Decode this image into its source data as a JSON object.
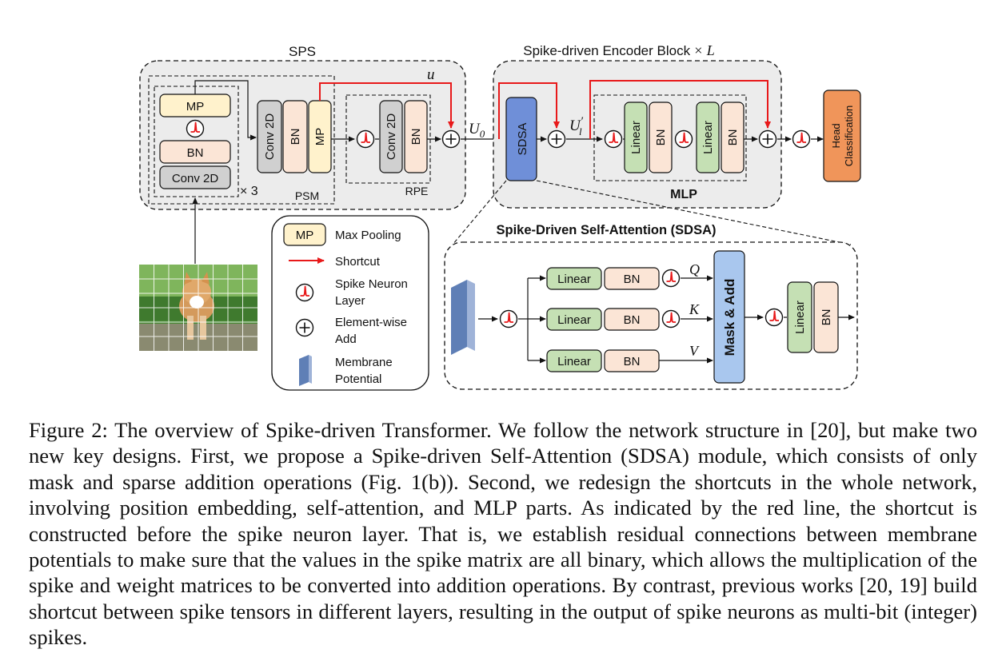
{
  "sps": {
    "title": "SPS",
    "mp": "MP",
    "bn": "BN",
    "conv2d": "Conv 2D",
    "times3": "× 3",
    "psm": "PSM",
    "rpe": "RPE",
    "u_label": "u"
  },
  "encoder": {
    "title": "Spike-driven Encoder Block",
    "times_L": "× L",
    "u0": "U",
    "u0_sub": "0",
    "ul": "U",
    "ul_sup": "′",
    "ul_sub": "l",
    "sdsa": "SDSA",
    "linear": "Linear",
    "bn": "BN",
    "mlp": "MLP",
    "head": "Head",
    "classification": "Classification"
  },
  "legend": {
    "mp": "MP",
    "max_pooling": "Max Pooling",
    "shortcut": "Shortcut",
    "spike_neuron_line1": "Spike Neuron",
    "spike_neuron_line2": "Layer",
    "elementwise_line1": "Element-wise",
    "elementwise_line2": "Add",
    "membrane_line1": "Membrane",
    "membrane_line2": "Potential"
  },
  "sdsa_detail": {
    "title": "Spike-Driven Self-Attention (SDSA)",
    "linear": "Linear",
    "bn": "BN",
    "q": "Q",
    "k": "K",
    "v": "V",
    "mask_add": "Mask & Add"
  },
  "colors": {
    "shortcut_red": "#e8191a",
    "mp_fill": "#fff2cc",
    "bn_fill": "#fbe5d6",
    "conv_fill": "#d0d0d0",
    "linear_fill": "#c5e0b4",
    "sdsa_fill": "#6f8fd8",
    "mask_add_fill": "#a9c7ee",
    "head_fill": "#f0955a",
    "panel_fill": "#ececec"
  },
  "caption": "Figure 2: The overview of Spike-driven Transformer. We follow the network structure in [20], but make two new key designs. First, we propose a Spike-driven Self-Attention (SDSA) module, which consists of only mask and sparse addition operations (Fig. 1(b)). Second, we redesign the shortcuts in the whole network, involving position embedding, self-attention, and MLP parts. As indicated by the red line, the shortcut is constructed before the spike neuron layer. That is, we establish residual connections between membrane potentials to make sure that the values in the spike matrix are all binary, which allows the multiplication of the spike and weight matrices to be converted into addition operations. By contrast, previous works [20, 19] build shortcut between spike tensors in different layers, resulting in the output of spike neurons as multi-bit (integer) spikes."
}
